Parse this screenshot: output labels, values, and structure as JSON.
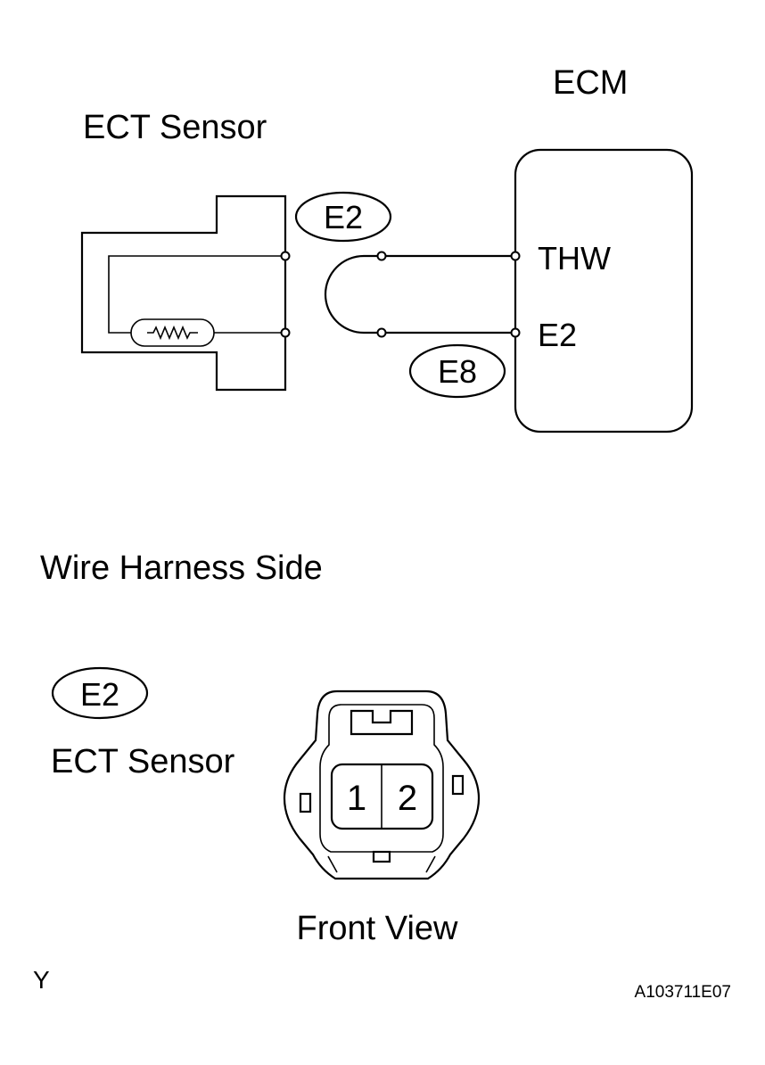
{
  "schematic": {
    "ecm_label": "ECM",
    "sensor_label": "ECT Sensor",
    "sensor_connector": "E2",
    "ecm_connector": "E8",
    "ecm_pins": [
      "THW",
      "E2"
    ]
  },
  "connector_view": {
    "section_title": "Wire Harness Side",
    "connector_code": "E2",
    "component_label": "ECT Sensor",
    "pins": [
      "1",
      "2"
    ],
    "view_label": "Front View"
  },
  "footer": {
    "corner_mark": "Y",
    "figure_id": "A103711E07"
  }
}
